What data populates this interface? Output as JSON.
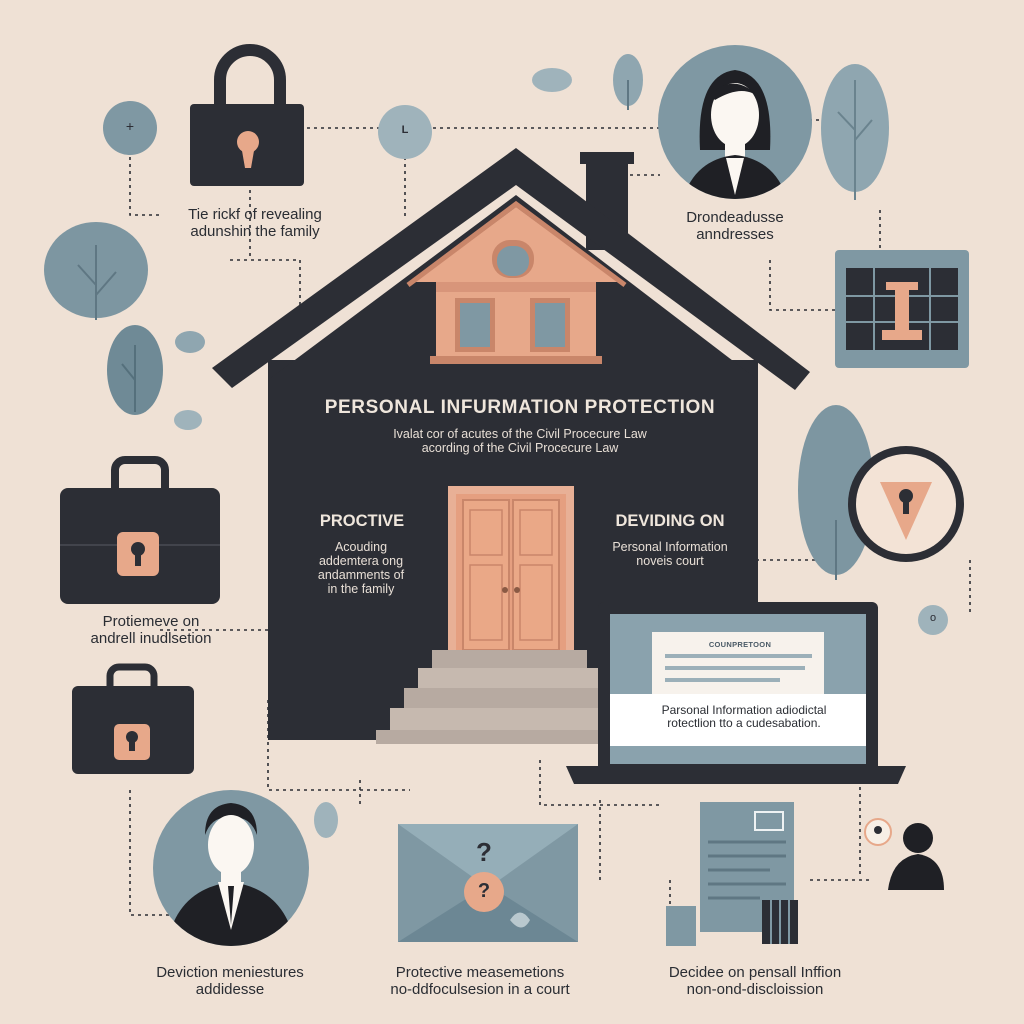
{
  "house": {
    "title": "PERSONAL INFURMATION  PROTECTION",
    "subtitle_1": "Ivalat cor of acutes of the Civil Procecure Law",
    "subtitle_2": "acording of the Civil Procecure Law",
    "left_heading": "PROCTIVE",
    "left_lines": [
      "Acouding",
      "addemtera ong",
      "andamments of",
      "in the family"
    ],
    "right_heading": "DEVIDING ON",
    "right_lines": [
      "Personal Information",
      "noveis court"
    ]
  },
  "captions": {
    "top_left": [
      "Tie rickf of revealing",
      "adunshin the family"
    ],
    "top_right": [
      "Drondeadusse",
      "anndresses"
    ],
    "mid_left": [
      "Protiemeve on",
      "andrell inudlsetion"
    ],
    "bottom_left": [
      "Deviction meniestures",
      "addidesse"
    ],
    "bottom_center": [
      "Protective measemetions",
      "no-ddfoculsesion in a court"
    ],
    "bottom_right": [
      "Decidee on pensall Inffion",
      "non-ond-discloission"
    ]
  },
  "laptop": {
    "doc_header": "COUNPRETOON",
    "text_lines": [
      "Parsonal Information adiodictal",
      "rotectlion tto a cudesabation."
    ]
  },
  "badges": {
    "plus": "+",
    "letter": "L",
    "small_right": "o"
  },
  "colors": {
    "background": "#efe1d5",
    "dark": "#2c2e35",
    "slate": "#7f98a3",
    "peach": "#e7a88a",
    "screen": "#8aa2ad"
  }
}
